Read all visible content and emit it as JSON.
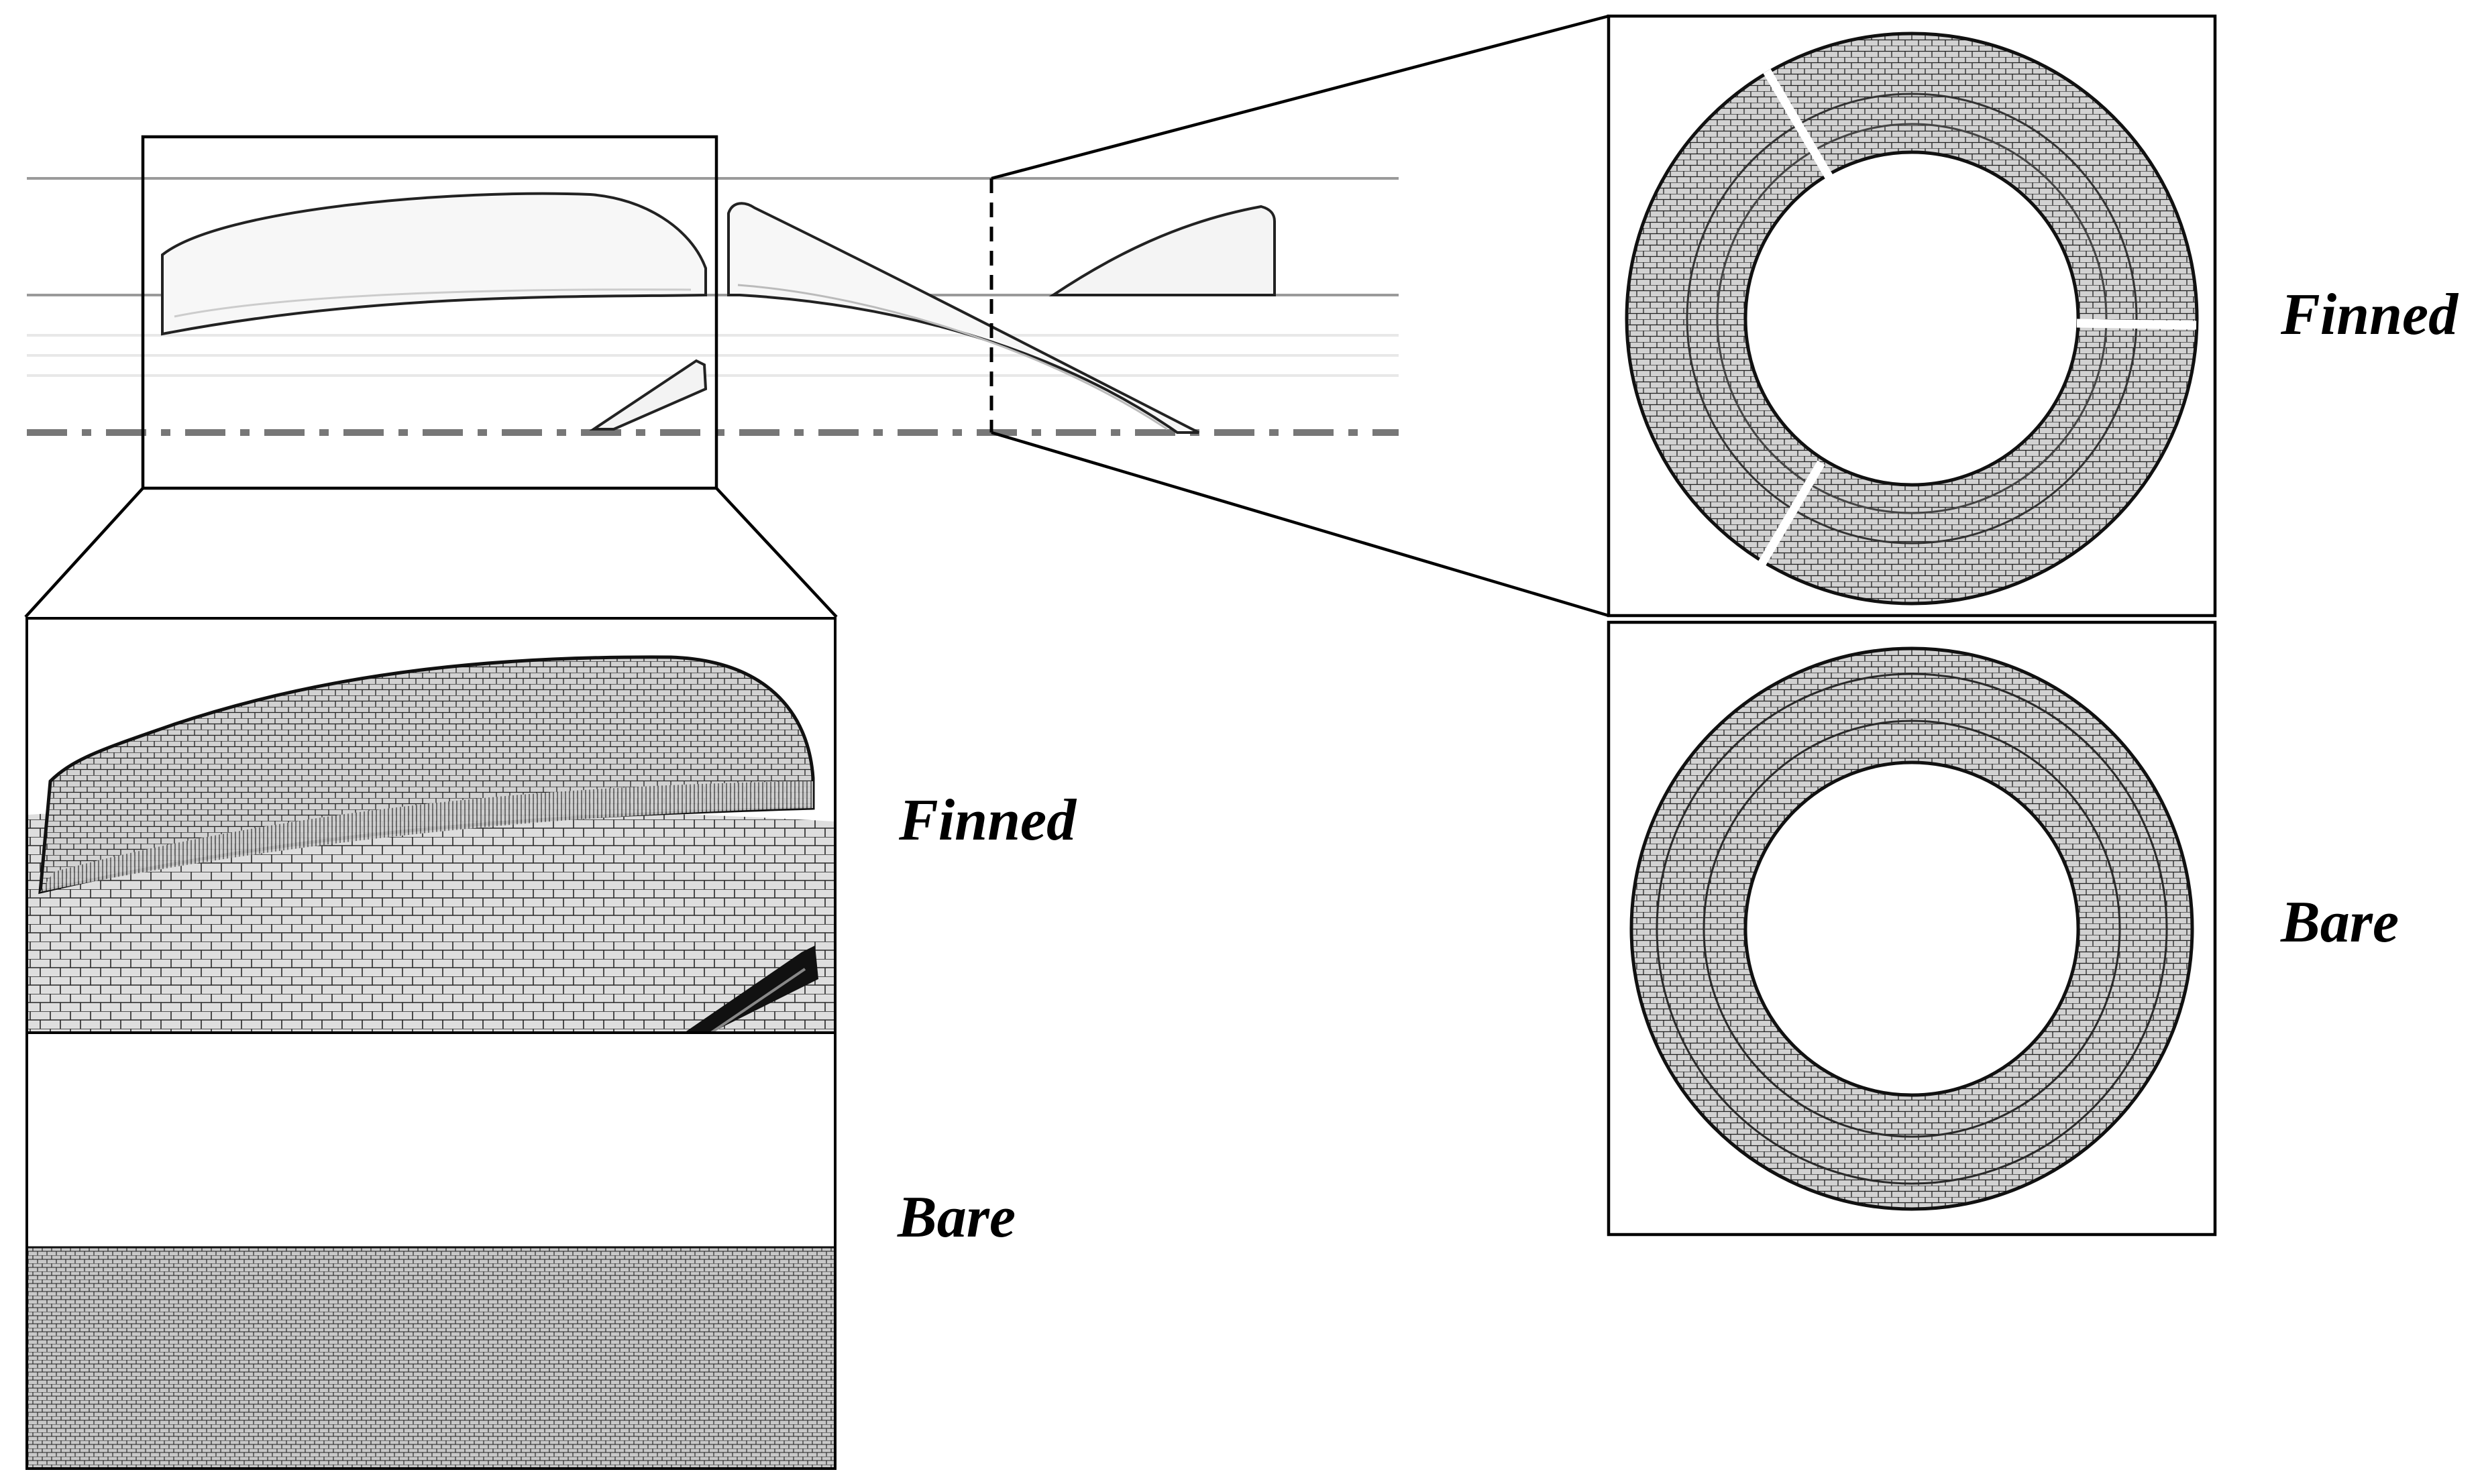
{
  "labels": {
    "side_finned": "Finned",
    "side_bare": "Bare",
    "ring_finned": "Finned",
    "ring_bare": "Bare"
  },
  "colors": {
    "line": "#000000",
    "mesh": "#1a1a1a",
    "axis": "#777777",
    "hull_line": "#999999",
    "background": "#ffffff"
  }
}
